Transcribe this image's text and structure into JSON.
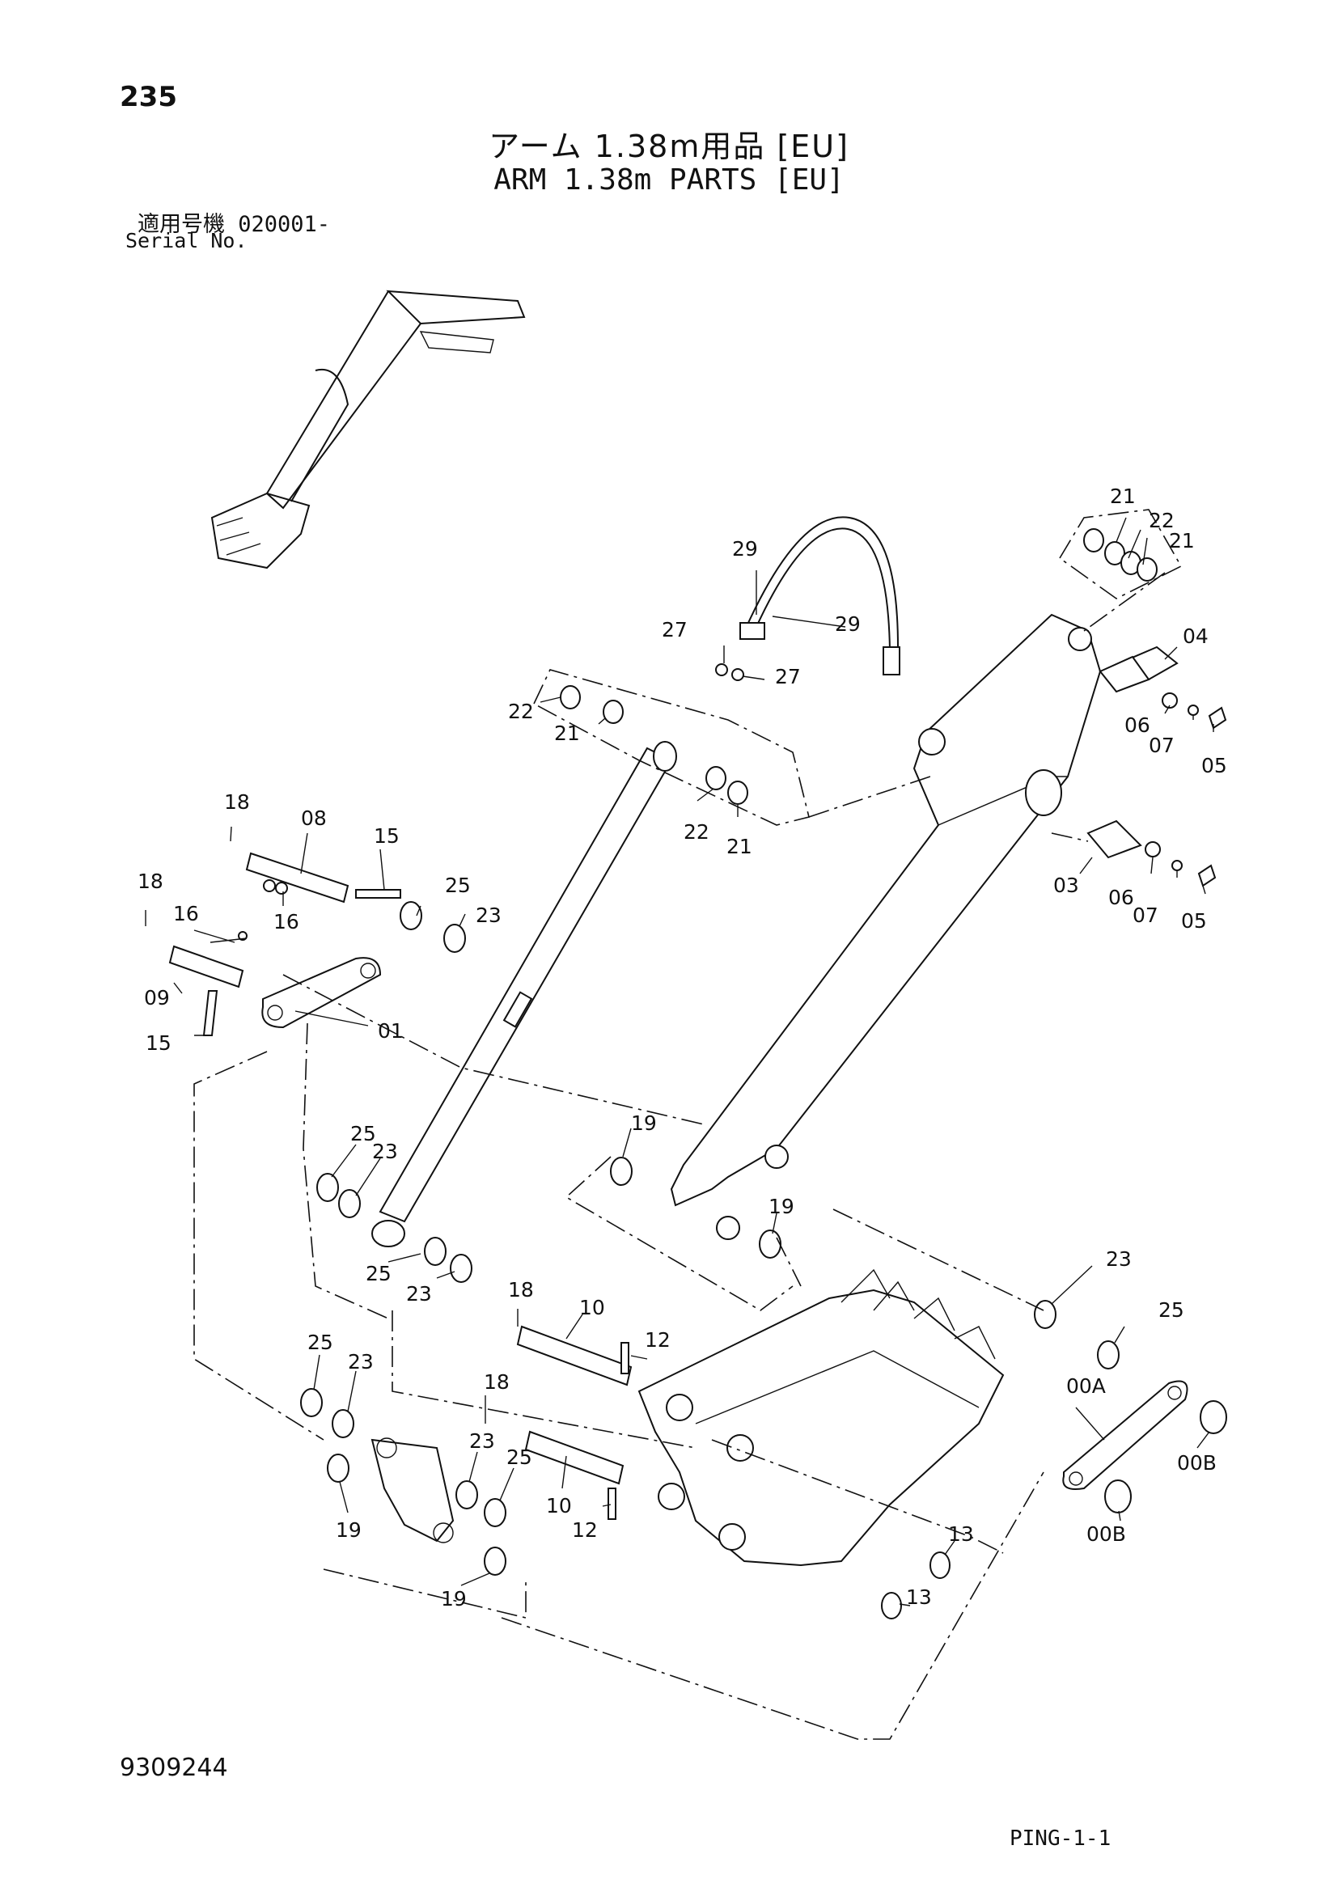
{
  "header": {
    "page_number": "235",
    "title_jp": "アーム 1.38m用品 [EU]",
    "title_en": "ARM 1.38m PARTS [EU]",
    "serial_label_jp": "適用号機 020001-",
    "serial_label_en": "Serial No."
  },
  "footer": {
    "doc_number": "9309244",
    "page_code": "PING-1-1"
  },
  "callouts": {
    "c21a": "21",
    "c22a": "22",
    "c21b": "21",
    "c29a": "29",
    "c29b": "29",
    "c27a": "27",
    "c27b": "27",
    "c04": "04",
    "c06a": "06",
    "c07a": "07",
    "c05a": "05",
    "c22b": "22",
    "c21c": "21",
    "c22c": "22",
    "c21d": "21",
    "c18a": "18",
    "c08": "08",
    "c15a": "15",
    "c18b": "18",
    "c16a": "16",
    "c16b": "16",
    "c25a": "25",
    "c23a": "23",
    "c09": "09",
    "c15b": "15",
    "c01": "01",
    "c03": "03",
    "c06b": "06",
    "c07b": "07",
    "c05b": "05",
    "c19a": "19",
    "c19b": "19",
    "c25b": "25",
    "c23b": "23",
    "c25c": "25",
    "c23c": "23",
    "c18c": "18",
    "c10a": "10",
    "c12a": "12",
    "c23d": "23",
    "c25d": "25",
    "c25e": "25",
    "c23e": "23",
    "c18d": "18",
    "c23f": "23",
    "c25f": "25",
    "c10b": "10",
    "c12b": "12",
    "c19c": "19",
    "c19d": "19",
    "c00a": "00A",
    "c00b1": "00B",
    "c00b2": "00B",
    "c13a": "13",
    "c13b": "13"
  }
}
